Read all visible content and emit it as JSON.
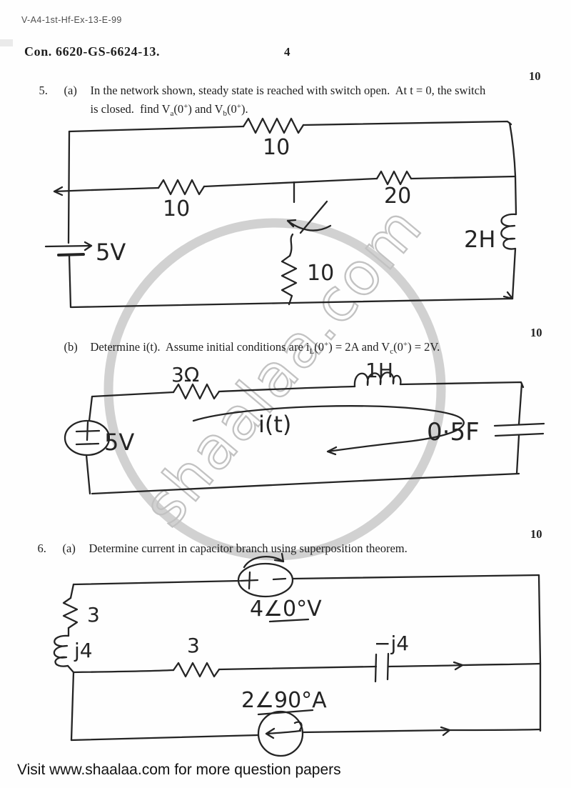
{
  "header": {
    "doc_code": "V-A4-1st-Hf-Ex-13-E-99",
    "exam_code": "Con. 6620-GS-6624-13.",
    "page_number": "4"
  },
  "watermark": {
    "text": "shaalaa.com"
  },
  "questions": {
    "q5a": {
      "number": "5.",
      "part": "(a)",
      "line1": "In the network shown, steady state is reached with switch open.  At t = 0, the switch",
      "line2_pre": "is closed.  find V",
      "sub_a": "a",
      "frag1": "(0",
      "sup1": "+",
      "frag2": ") and V",
      "sub_b": "b",
      "frag3": "(0",
      "sup2": "+",
      "end": ").",
      "marks": "10"
    },
    "q5b": {
      "part": "(b)",
      "pre": "Determine i(t).  Assume initial conditions are i",
      "sub_L": "L",
      "frag1": "(0",
      "sup1": "+",
      "frag2": ") = 2A and V",
      "sub_c": "c",
      "frag3": "(0",
      "sup2": "+",
      "end": ") = 2V.",
      "marks": "10"
    },
    "q6a": {
      "number": "6.",
      "part": "(a)",
      "line1": "Determine current in capacitor branch using superposition theorem.",
      "marks": "10"
    }
  },
  "circuit1": {
    "r_top": "10",
    "r_left": "10",
    "r_right": "20",
    "r_switch_branch": "10",
    "source": "5V",
    "inductor": "2H"
  },
  "circuit2": {
    "resistor": "3Ω",
    "inductor": "1H",
    "source": "5V",
    "capacitor": "0·5F",
    "loop_current": "i(t)"
  },
  "circuit3": {
    "voltage_source": "4∠0°V",
    "r_left": "3",
    "l_left": "j4",
    "r_mid": "3",
    "c_mid": "−j4",
    "current_source": "2∠90°A"
  },
  "footer": {
    "text": "Visit www.shaalaa.com for more question papers"
  }
}
